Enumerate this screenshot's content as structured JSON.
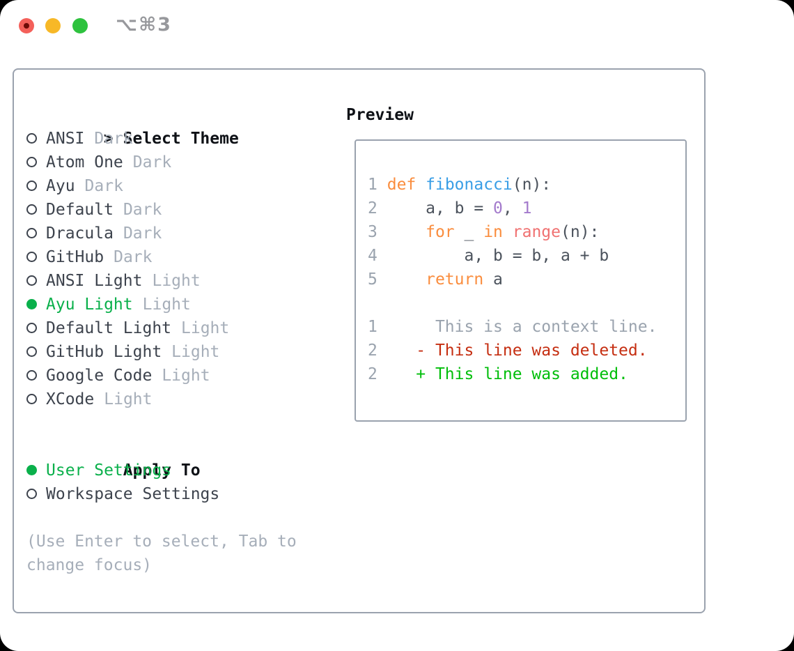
{
  "window": {
    "title": "⌥⌘3",
    "buttons": {
      "close": "close-button",
      "minimize": "minimize-button",
      "zoom": "zoom-button"
    }
  },
  "theme_panel": {
    "prompt": ">",
    "select_label": "Select Theme",
    "themes": [
      {
        "name": "ANSI",
        "variant": "Dark",
        "selected": false
      },
      {
        "name": "Atom One",
        "variant": "Dark",
        "selected": false
      },
      {
        "name": "Ayu",
        "variant": "Dark",
        "selected": false
      },
      {
        "name": "Default",
        "variant": "Dark",
        "selected": false
      },
      {
        "name": "Dracula",
        "variant": "Dark",
        "selected": false
      },
      {
        "name": "GitHub",
        "variant": "Dark",
        "selected": false
      },
      {
        "name": "ANSI Light",
        "variant": "Light",
        "selected": false
      },
      {
        "name": "Ayu Light",
        "variant": "Light",
        "selected": true
      },
      {
        "name": "Default Light",
        "variant": "Light",
        "selected": false
      },
      {
        "name": "GitHub Light",
        "variant": "Light",
        "selected": false
      },
      {
        "name": "Google Code",
        "variant": "Light",
        "selected": false
      },
      {
        "name": "XCode",
        "variant": "Light",
        "selected": false
      }
    ],
    "apply_to": {
      "label": "Apply To",
      "options": [
        {
          "name": "User Settings",
          "selected": true
        },
        {
          "name": "Workspace Settings",
          "selected": false
        }
      ]
    },
    "hint_lines": [
      "(Use Enter to select, Tab to",
      "change focus)"
    ]
  },
  "preview": {
    "label": "Preview",
    "lines": [
      {
        "num": "1",
        "tokens": [
          {
            "c": "kw",
            "t": "def"
          },
          {
            "c": "fg",
            "t": " "
          },
          {
            "c": "fn",
            "t": "fibonacci"
          },
          {
            "c": "fg",
            "t": "(n):"
          }
        ]
      },
      {
        "num": "2",
        "tokens": [
          {
            "c": "fg",
            "t": "    a, b = "
          },
          {
            "c": "const",
            "t": "0"
          },
          {
            "c": "fg",
            "t": ", "
          },
          {
            "c": "const",
            "t": "1"
          }
        ]
      },
      {
        "num": "3",
        "tokens": [
          {
            "c": "fg",
            "t": "    "
          },
          {
            "c": "kw",
            "t": "for"
          },
          {
            "c": "fg",
            "t": " _ "
          },
          {
            "c": "kw",
            "t": "in"
          },
          {
            "c": "fg",
            "t": " "
          },
          {
            "c": "call",
            "t": "range"
          },
          {
            "c": "fg",
            "t": "(n):"
          }
        ]
      },
      {
        "num": "4",
        "tokens": [
          {
            "c": "fg",
            "t": "        a, b = b, a + b"
          }
        ]
      },
      {
        "num": "5",
        "tokens": [
          {
            "c": "fg",
            "t": "    "
          },
          {
            "c": "kw",
            "t": "return"
          },
          {
            "c": "fg",
            "t": " a"
          }
        ]
      },
      {
        "num": "",
        "tokens": []
      },
      {
        "num": "1",
        "tokens": [
          {
            "c": "ctx",
            "t": "     This is a context line."
          }
        ]
      },
      {
        "num": "2",
        "tokens": [
          {
            "c": "del",
            "t": "   - This line was deleted."
          }
        ]
      },
      {
        "num": "2",
        "tokens": [
          {
            "c": "add",
            "t": "   + This line was added."
          }
        ]
      }
    ]
  },
  "colors": {
    "selected_green": "#0ab04b",
    "added_green": "#00be0a",
    "deleted_red": "#c52e11",
    "keyword_orange": "#fa8d3e",
    "function_blue": "#399ee6",
    "constant_purple": "#a37acc",
    "call_coral": "#f07171",
    "code_fg": "#4b525c",
    "muted_gray": "#a6aeb9",
    "line_number_gray": "#9aa3ae",
    "border_gray": "#9aa2ae",
    "header_black": "#0e1116",
    "text_dark": "#3d434d",
    "traffic_red": "#f4605a",
    "traffic_red_dot": "#6e0b06",
    "traffic_yellow": "#f7b827",
    "traffic_green": "#2ec23e",
    "title_gray": "#97989c"
  }
}
